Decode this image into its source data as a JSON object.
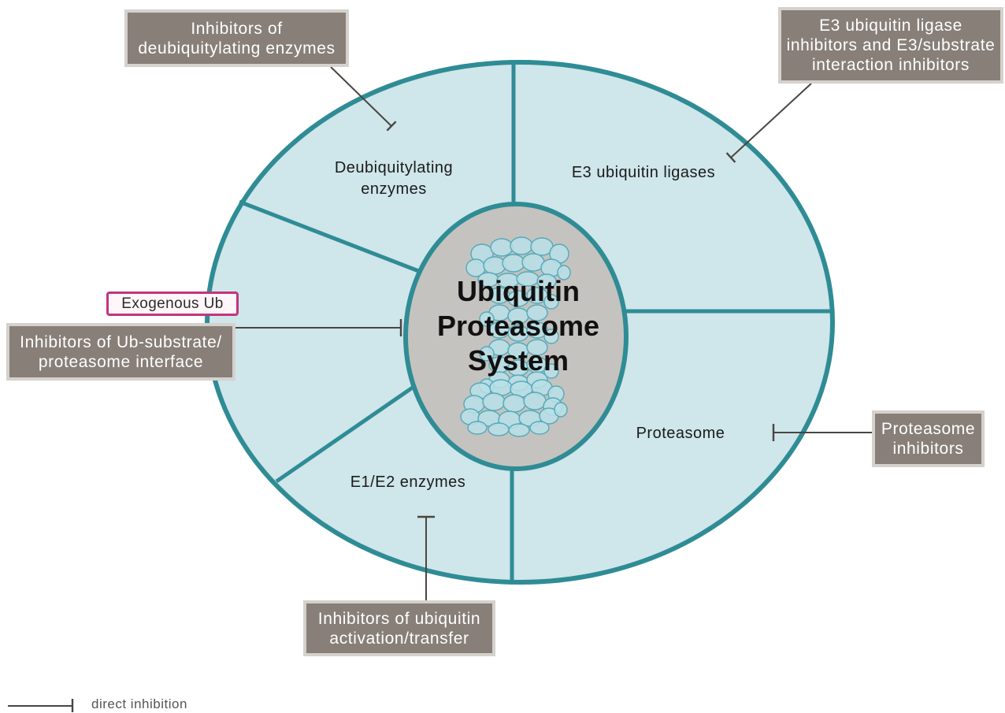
{
  "colors": {
    "ring_stroke": "#2f8c95",
    "segment_fill": "#cfe6ea",
    "core_fill": "#c5c3bf",
    "inhibitor_box_fill": "#877f78",
    "exogenous_border": "#c2347e",
    "inhibition_line": "#4a4541",
    "proteasome_subunit": "#b7e1e8"
  },
  "core": {
    "title_lines": [
      "Ubiquitin",
      "Proteasome",
      "System"
    ]
  },
  "segments": {
    "deubiquitylating": {
      "lines": [
        "Deubiquitylating",
        "enzymes"
      ]
    },
    "e3_ligases": {
      "label": "E3 ubiquitin ligases"
    },
    "proteasome": {
      "label": "Proteasome"
    },
    "e1_e2": {
      "label": "E1/E2 enzymes"
    }
  },
  "inhibitors": {
    "deubiquitylating": {
      "lines": [
        "Inhibitors of",
        "deubiquitylating enzymes"
      ]
    },
    "e3": {
      "lines": [
        "E3 ubiquitin ligase",
        "inhibitors and E3/substrate",
        "interaction inhibitors"
      ]
    },
    "exogenous_ub": {
      "label": "Exogenous Ub"
    },
    "ub_substrate_interface": {
      "lines": [
        "Inhibitors of Ub-substrate/",
        "proteasome interface"
      ]
    },
    "proteasome": {
      "lines": [
        "Proteasome",
        "inhibitors"
      ]
    },
    "activation_transfer": {
      "lines": [
        "Inhibitors of ubiquitin",
        "activation/transfer"
      ]
    }
  },
  "legend": {
    "label": "direct inhibition"
  }
}
